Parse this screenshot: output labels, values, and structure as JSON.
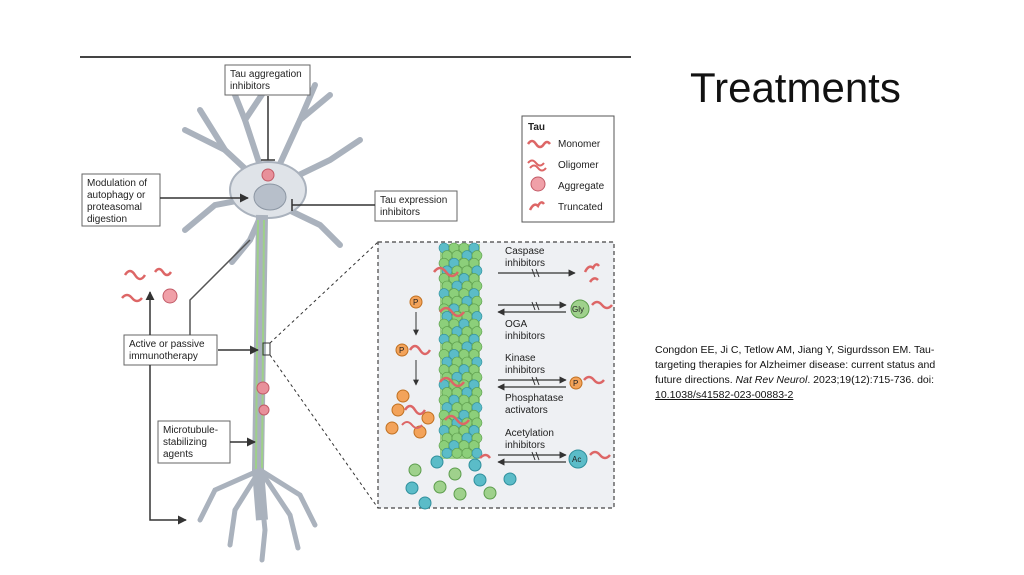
{
  "slide": {
    "title": "Treatments"
  },
  "citation": {
    "authors": "Congdon EE, Ji C, Tetlow AM, Jiang Y, Sigurdsson EM.",
    "title": "Tau-targeting therapies for Alzheimer disease: current status and future directions.",
    "journal": "Nat Rev Neurol",
    "details": ". 2023;19(12):715-736. doi:",
    "doi": "10.1038/s41582-023-00883-2"
  },
  "figure": {
    "labels": {
      "tau_aggregation": [
        "Tau aggregation",
        "inhibitors"
      ],
      "modulation": [
        "Modulation of",
        "autophagy or",
        "proteasomal",
        "digestion"
      ],
      "tau_expression": [
        "Tau expression",
        "inhibitors"
      ],
      "immunotherapy": [
        "Active or passive",
        "immunotherapy"
      ],
      "microtubule": [
        "Microtubule-",
        "stabilizing",
        "agents"
      ],
      "caspase": [
        "Caspase",
        "inhibitors"
      ],
      "oga": [
        "OGA",
        "inhibitors"
      ],
      "kinase": [
        "Kinase",
        "inhibitors"
      ],
      "phosphatase": [
        "Phosphatase",
        "activators"
      ],
      "acetylation": [
        "Acetylation",
        "inhibitors"
      ]
    },
    "legend": {
      "title": "Tau",
      "items": [
        "Monomer",
        "Oligomer",
        "Aggregate",
        "Truncated"
      ]
    },
    "markers": {
      "gly": "Gly",
      "p": "P",
      "ac": "Ac"
    },
    "colors": {
      "tau": "#e07a7a",
      "neuron": "#c9ced6",
      "green": "#8ccf7a",
      "teal": "#5bbcc8"
    }
  }
}
